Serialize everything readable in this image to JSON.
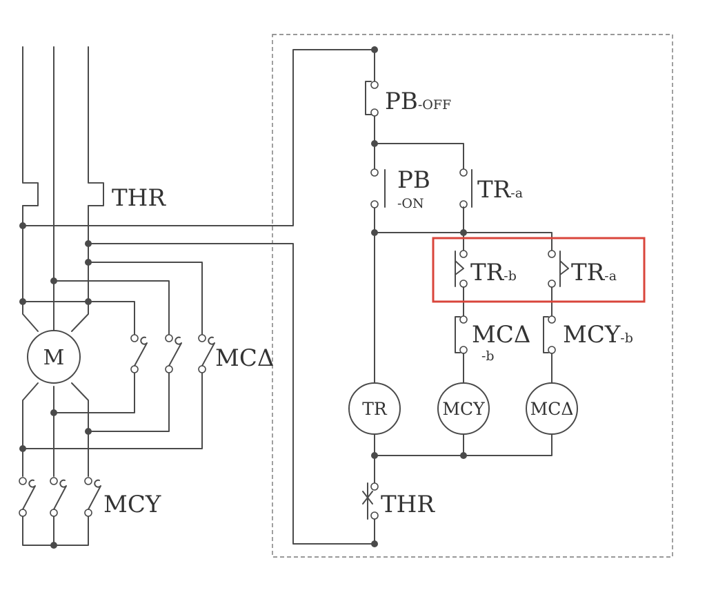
{
  "labels": {
    "pb_off": "PB",
    "pb_off_sub": "-OFF",
    "pb_on": "PB",
    "pb_on_sub": "-ON",
    "tr_a_top": "TR",
    "tr_a_top_sub": "-a",
    "tr_b": "TR",
    "tr_b_sub": "-b",
    "tr_a_mid": "TR",
    "tr_a_mid_sub": "-a",
    "mc_delta_b": "MCΔ",
    "mc_delta_b_sub": "-b",
    "mcy_b": "MCY",
    "mcy_b_sub": "-b",
    "thr_control": "THR",
    "thr_power": "THR",
    "mc_delta_power": "MCΔ",
    "mcy_power": "MCY"
  },
  "coils": {
    "tr": "TR",
    "mcy": "MCY",
    "mc_delta": "MCΔ"
  },
  "motor": "M",
  "highlight_color": "#d9453b"
}
